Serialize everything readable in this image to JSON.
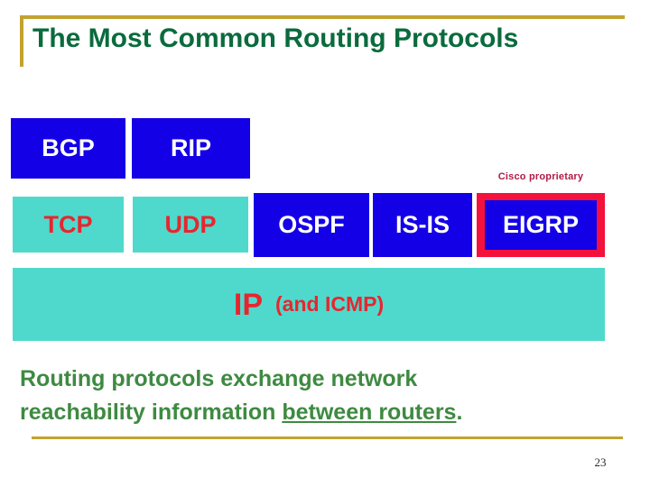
{
  "slide": {
    "title": "The Most Common Routing Protocols",
    "page_number": "23"
  },
  "colors": {
    "title_green": "#0A6B3D",
    "body_green": "#3E8A41",
    "gold_rule": "#C2A32E",
    "protocol_blue": "#1400E6",
    "protocol_teal": "#4FD9CC",
    "protocol_red_text": "#E8252F",
    "eigrp_frame_red": "#F4113C",
    "cisco_note_red": "#B01B45",
    "background": "#FFFFFF"
  },
  "stack": {
    "row_routing": [
      {
        "label": "BGP",
        "style": "blue"
      },
      {
        "label": "RIP",
        "style": "blue"
      }
    ],
    "row_transport": [
      {
        "label": "TCP",
        "style": "teal"
      },
      {
        "label": "UDP",
        "style": "teal"
      },
      {
        "label": "OSPF",
        "style": "blue"
      },
      {
        "label": "IS-IS",
        "style": "blue"
      },
      {
        "label": "EIGRP",
        "style": "blue-red-frame"
      }
    ],
    "row_network": {
      "label": "IP",
      "sublabel": "(and ICMP)",
      "style": "teal"
    },
    "annotation": {
      "cisco_proprietary": "Cisco proprietary"
    }
  },
  "body": {
    "line1": "Routing protocols exchange network",
    "line2_prefix": "reachability information ",
    "line2_emphasis": "between routers",
    "line2_suffix": "."
  }
}
